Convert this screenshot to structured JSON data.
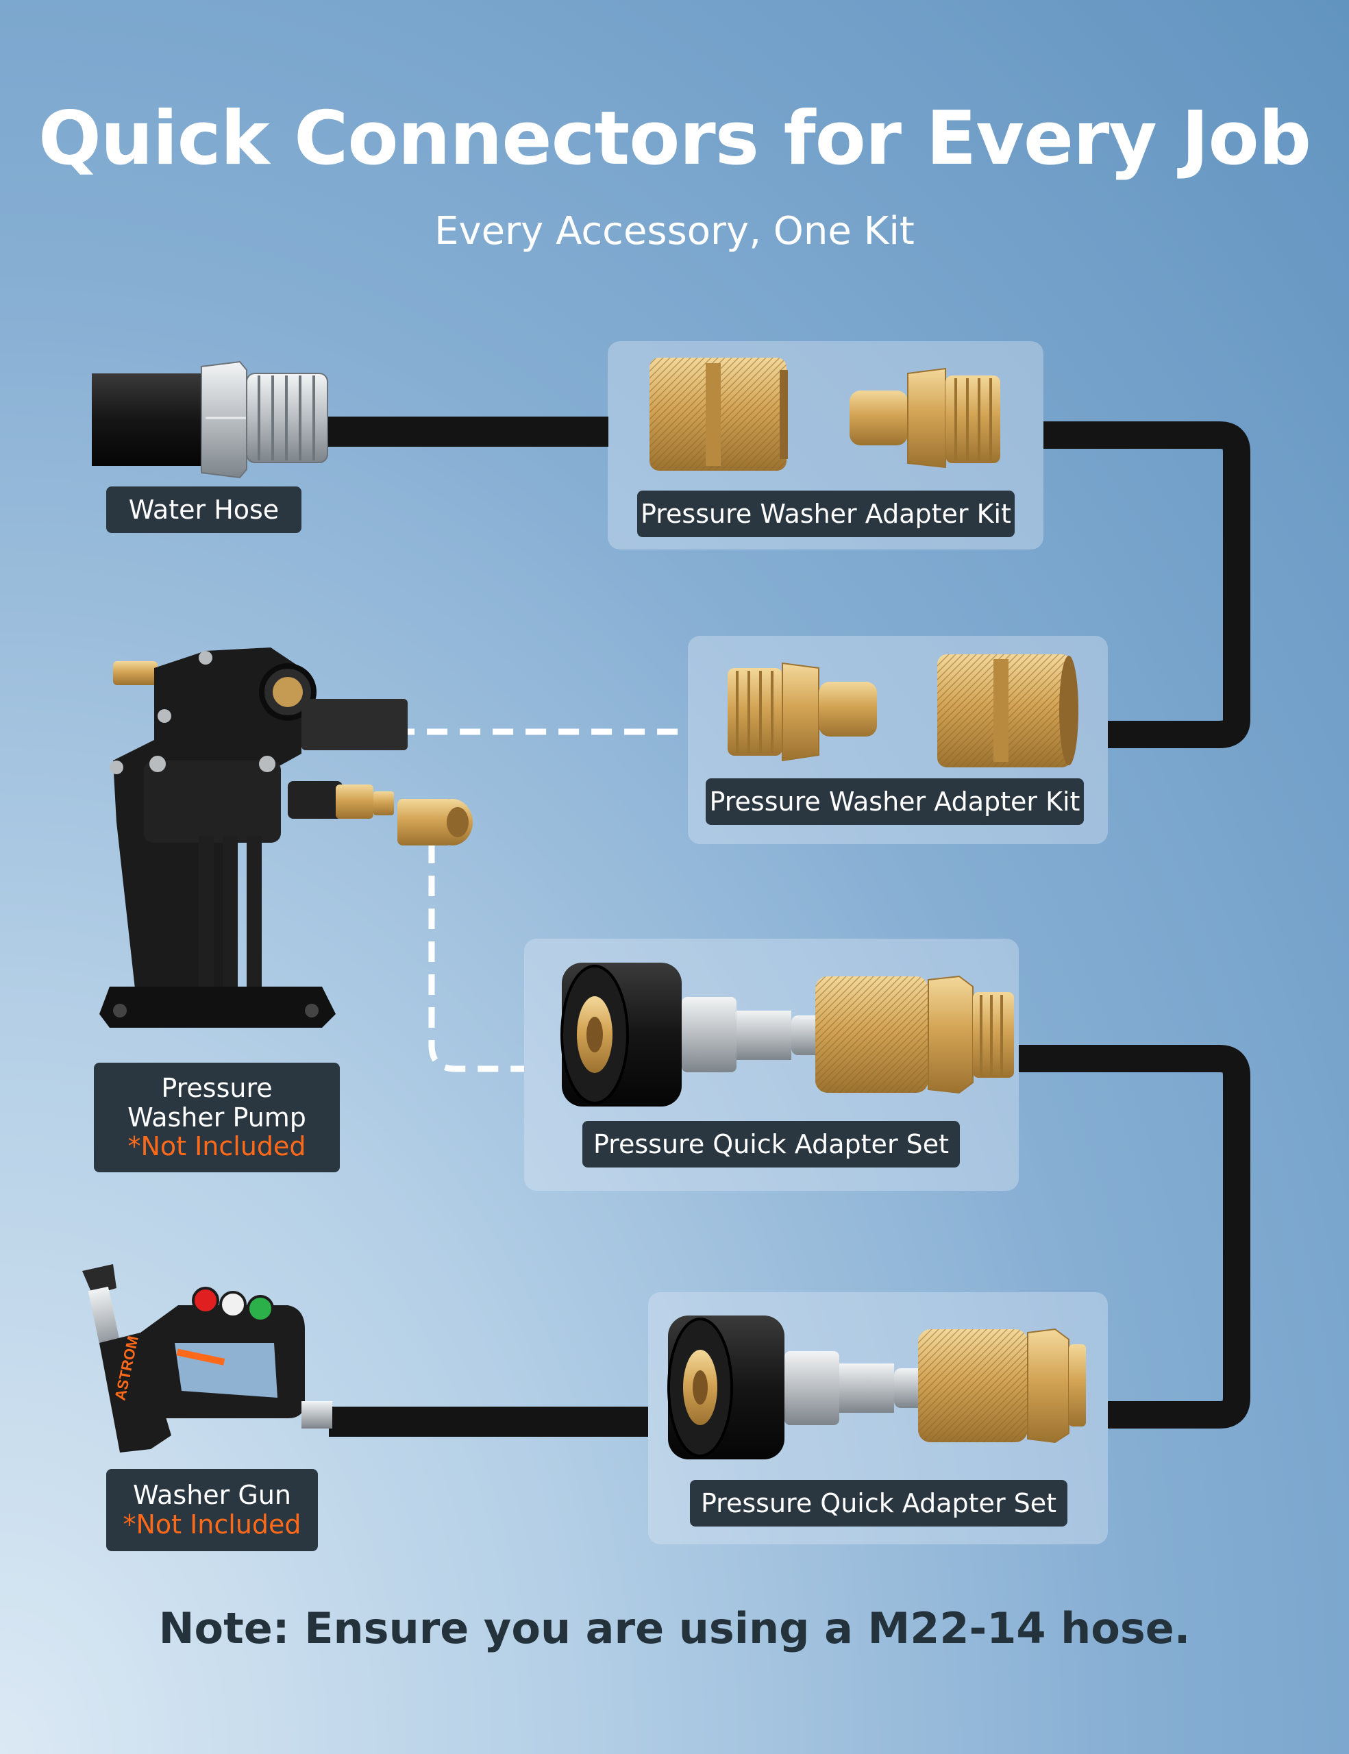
{
  "header": {
    "title": "Quick Connectors for Every Job",
    "subtitle": "Every Accessory, One Kit"
  },
  "items": {
    "water_hose": {
      "label": "Water Hose"
    },
    "kit_1": {
      "label": "Pressure Washer Adapter Kit"
    },
    "kit_2": {
      "label": "Pressure Washer Adapter Kit"
    },
    "pump": {
      "label_line1": "Pressure",
      "label_line2": "Washer Pump",
      "note": "*Not Included"
    },
    "set_1": {
      "label": "Pressure Quick Adapter Set"
    },
    "set_2": {
      "label": "Pressure Quick Adapter Set"
    },
    "gun": {
      "label": "Washer Gun",
      "note": "*Not Included",
      "brand": "ASTROM"
    }
  },
  "footer": {
    "note": "Note: Ensure you are using a M22-14 hose."
  },
  "colors": {
    "hose": "#141414",
    "brass": "#d6a85a",
    "label_bg": "#2b3740",
    "warning": "#ff6a1a"
  }
}
